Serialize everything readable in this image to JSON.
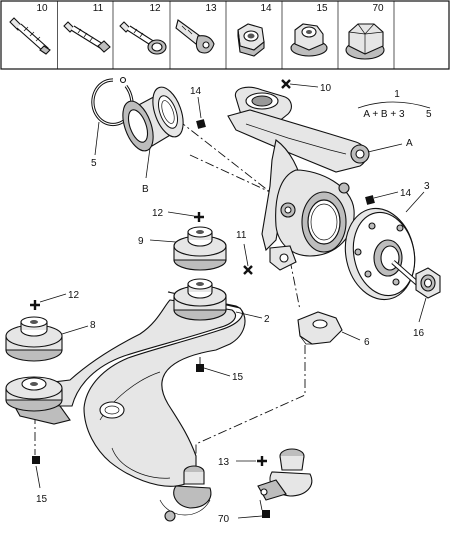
{
  "header_refs": [
    "10",
    "11",
    "12",
    "13",
    "14",
    "15",
    "70"
  ],
  "callouts": {
    "c1": "1",
    "c1_formula": "A + B + 3",
    "c1_count": "5",
    "c2": "2",
    "c3": "3",
    "c5": "5",
    "c6": "6",
    "c8": "8",
    "c9": "9",
    "c16": "16",
    "cA": "A",
    "cB": "B",
    "c10_knuckle": "10",
    "c11_knuckle": "11",
    "c12_top": "12",
    "c12_left": "12",
    "c13_balljoint": "13",
    "c14_knuckle_top": "14",
    "c14_knuckle_right": "14",
    "c15_arm": "15",
    "c15_left": "15",
    "c70_balljoint": "70"
  }
}
